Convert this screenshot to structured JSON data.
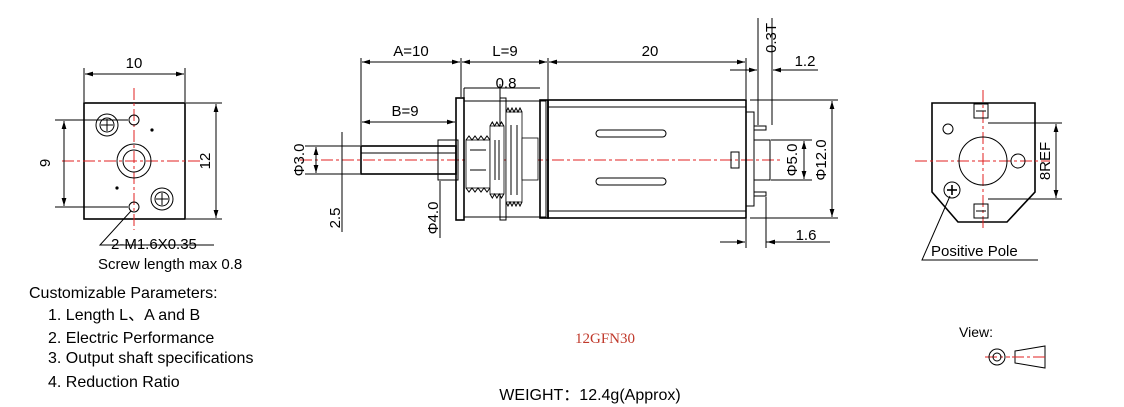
{
  "front_view": {
    "dim_width": "10",
    "dim_height_left": "9",
    "dim_height_right": "12",
    "screw_spec": "2-M1.6X0.35",
    "screw_note": "Screw length max 0.8"
  },
  "side_view": {
    "dim_a": "A=10",
    "dim_l": "L=9",
    "dim_motor": "20",
    "dim_terminal_thk": "0.3T",
    "dim_gap_top": "1.2",
    "dim_plate": "0.8",
    "dim_b": "B=9",
    "dim_shaft_dia": "Φ3.0",
    "dim_flat": "2.5",
    "dim_boss": "Φ4.0",
    "dim_bearing": "Φ5.0",
    "dim_motor_dia": "Φ12.0",
    "dim_gap_bottom": "1.6"
  },
  "rear_view": {
    "dim_ref": "8REF",
    "pole_label": "Positive Pole"
  },
  "parameters": {
    "heading": "Customizable Parameters:",
    "items": [
      "1. Length  L、A and B",
      "2. Electric Performance",
      "3. Output shaft specifications",
      "4. Reduction Ratio"
    ]
  },
  "model": "12GFN30",
  "weight": "WEIGHT：12.4g(Approx)",
  "view_label": "View:",
  "colors": {
    "centerline": "#e02020",
    "model_text": "#c0392b",
    "line": "#000000"
  }
}
